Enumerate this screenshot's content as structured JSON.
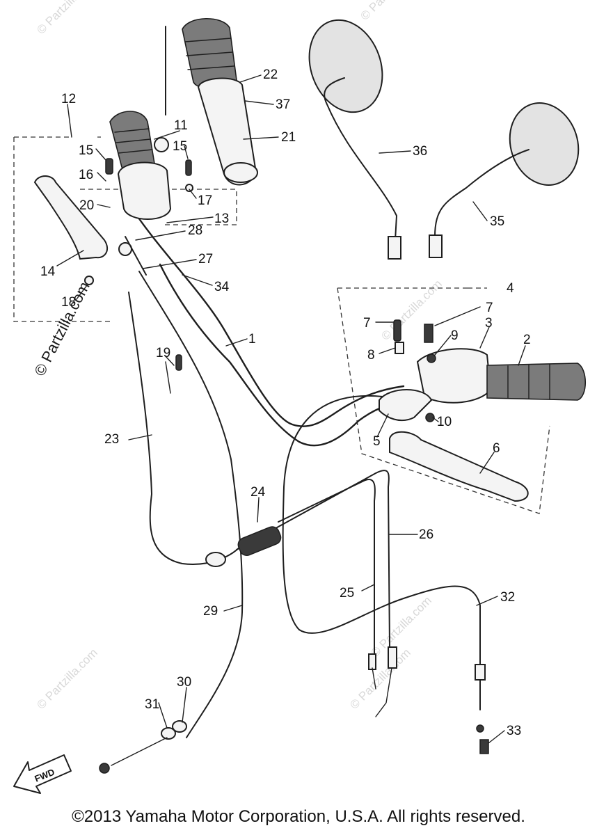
{
  "callouts": [
    {
      "label": "1"
    },
    {
      "label": "2"
    },
    {
      "label": "3"
    },
    {
      "label": "4"
    },
    {
      "label": "5"
    },
    {
      "label": "6"
    },
    {
      "label": "7"
    },
    {
      "label": "7"
    },
    {
      "label": "8"
    },
    {
      "label": "9"
    },
    {
      "label": "10"
    },
    {
      "label": "11"
    },
    {
      "label": "12"
    },
    {
      "label": "13"
    },
    {
      "label": "14"
    },
    {
      "label": "15"
    },
    {
      "label": "15"
    },
    {
      "label": "16"
    },
    {
      "label": "17"
    },
    {
      "label": "18"
    },
    {
      "label": "19"
    },
    {
      "label": "20"
    },
    {
      "label": "21"
    },
    {
      "label": "22"
    },
    {
      "label": "23"
    },
    {
      "label": "24"
    },
    {
      "label": "25"
    },
    {
      "label": "26"
    },
    {
      "label": "27"
    },
    {
      "label": "28"
    },
    {
      "label": "29"
    },
    {
      "label": "30"
    },
    {
      "label": "31"
    },
    {
      "label": "32"
    },
    {
      "label": "33"
    },
    {
      "label": "34"
    },
    {
      "label": "35"
    },
    {
      "label": "36"
    },
    {
      "label": "37"
    }
  ],
  "fwd_label": "FWD",
  "watermark": "© Partzilla.com",
  "copyright": "©2013 Yamaha Motor Corporation, U.S.A. All rights reserved."
}
